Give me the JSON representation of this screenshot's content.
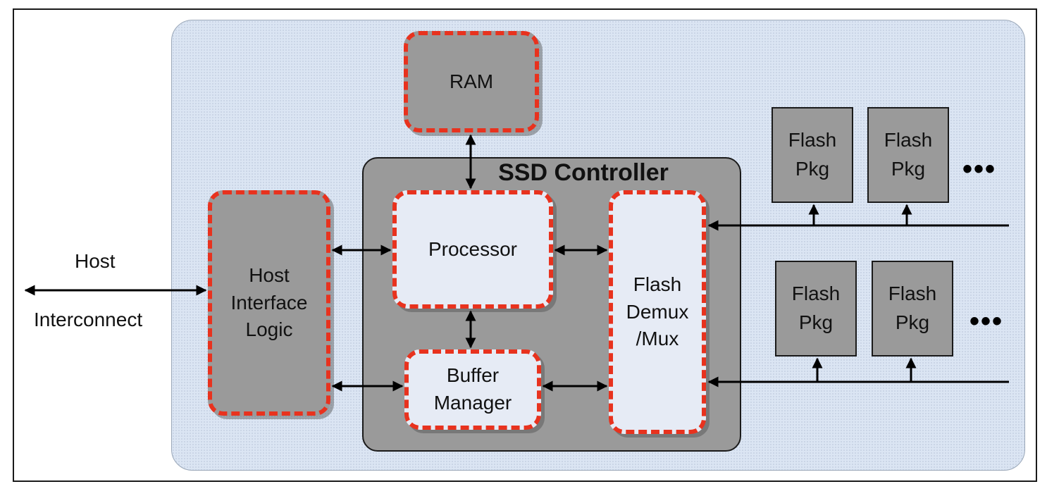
{
  "diagram": {
    "title": "SSD Controller",
    "host_label_top": "Host",
    "host_label_bottom": "Interconnect",
    "blocks": {
      "ram": "RAM",
      "host_interface": "Host\nInterface\nLogic",
      "processor": "Processor",
      "buffer_manager": "Buffer\nManager",
      "flash_demux": "Flash\nDemux\n/Mux"
    },
    "flash_packages": [
      {
        "label": "Flash\nPkg"
      },
      {
        "label": "Flash\nPkg"
      },
      {
        "label": "Flash\nPkg"
      },
      {
        "label": "Flash\nPkg"
      }
    ],
    "ellipsis": "•••",
    "colors": {
      "dashed_border": "#e8321e",
      "block_gray": "#9a9a9a",
      "block_light": "#e6ebf5",
      "ssd_background": "#dbe5f3"
    }
  }
}
